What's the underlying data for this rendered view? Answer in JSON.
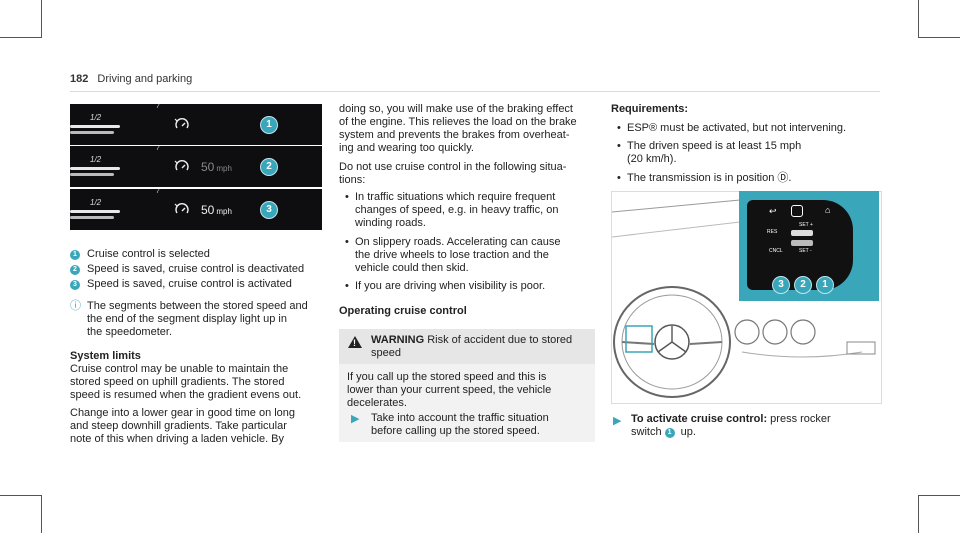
{
  "header": {
    "page_number": "182",
    "section": "Driving and parking"
  },
  "dashboards": [
    {
      "fraction": "1/2",
      "tick": "7",
      "speed": "",
      "unit": "",
      "callout": "1"
    },
    {
      "fraction": "1/2",
      "tick": "7",
      "speed": "50",
      "unit": "mph",
      "callout": "2"
    },
    {
      "fraction": "1/2",
      "tick": "7",
      "speed": "50",
      "unit": "mph",
      "callout": "3"
    }
  ],
  "legend": {
    "items": [
      {
        "num": "1",
        "text": "Cruise control is selected"
      },
      {
        "num": "2",
        "text": "Speed is saved, cruise control is deactivated"
      },
      {
        "num": "3",
        "text": "Speed is saved, cruise control is activated"
      }
    ],
    "note_line1": "The segments between the stored speed and",
    "note_line2": "the end of the segment display light up in",
    "note_line3": "the speedometer."
  },
  "system_limits": {
    "heading": "System limits",
    "p1": [
      "Cruise control may be unable to maintain the",
      "stored speed on uphill gradients. The stored",
      "speed is resumed when the gradient evens out."
    ],
    "p2": [
      "Change into a lower gear in good time on long",
      "and steep downhill gradients. Take particular",
      "note of this when driving a laden vehicle. By"
    ]
  },
  "middle": {
    "p1": [
      "doing so, you will make use of the braking effect",
      "of the engine. This relieves the load on the brake",
      "system and prevents the brakes from overheat-",
      "ing and wearing too quickly."
    ],
    "p2": [
      "Do not use cruise control in the following situa-",
      "tions:"
    ],
    "bullets": [
      [
        "In traffic situations which require frequent",
        "changes of speed, e.g. in heavy traffic, on",
        "winding roads."
      ],
      [
        "On slippery roads. Accelerating can cause",
        "the drive wheels to lose traction and the",
        "vehicle could then skid."
      ],
      [
        "If you are driving when visibility is poor."
      ]
    ],
    "operating_heading": "Operating cruise control",
    "warning_title": "WARNING",
    "warning_text": [
      "Risk of accident due to stored",
      "speed"
    ],
    "warning_body": [
      "If you call up the stored speed and this is",
      "lower than your current speed, the vehicle",
      "decelerates."
    ],
    "warning_action": [
      "Take into account the traffic situation",
      "before calling up the stored speed."
    ]
  },
  "right": {
    "req_heading": "Requirements:",
    "req": [
      [
        "ESP® must be activated, but not intervening."
      ],
      [
        "The driven speed is at least 15 mph",
        "(20 km/h)."
      ],
      [
        "The transmission is in position Ⓓ."
      ]
    ],
    "switch_labels": {
      "res": "RES",
      "set_plus": "SET +",
      "cncl": "CNCL",
      "set_minus": "SET -"
    },
    "callouts": [
      "3",
      "2",
      "1"
    ],
    "action_bold": "To activate cruise control:",
    "action_rest": " press rocker",
    "action_line2_pre": "switch ",
    "action_num": "1",
    "action_line2_post": " up."
  }
}
